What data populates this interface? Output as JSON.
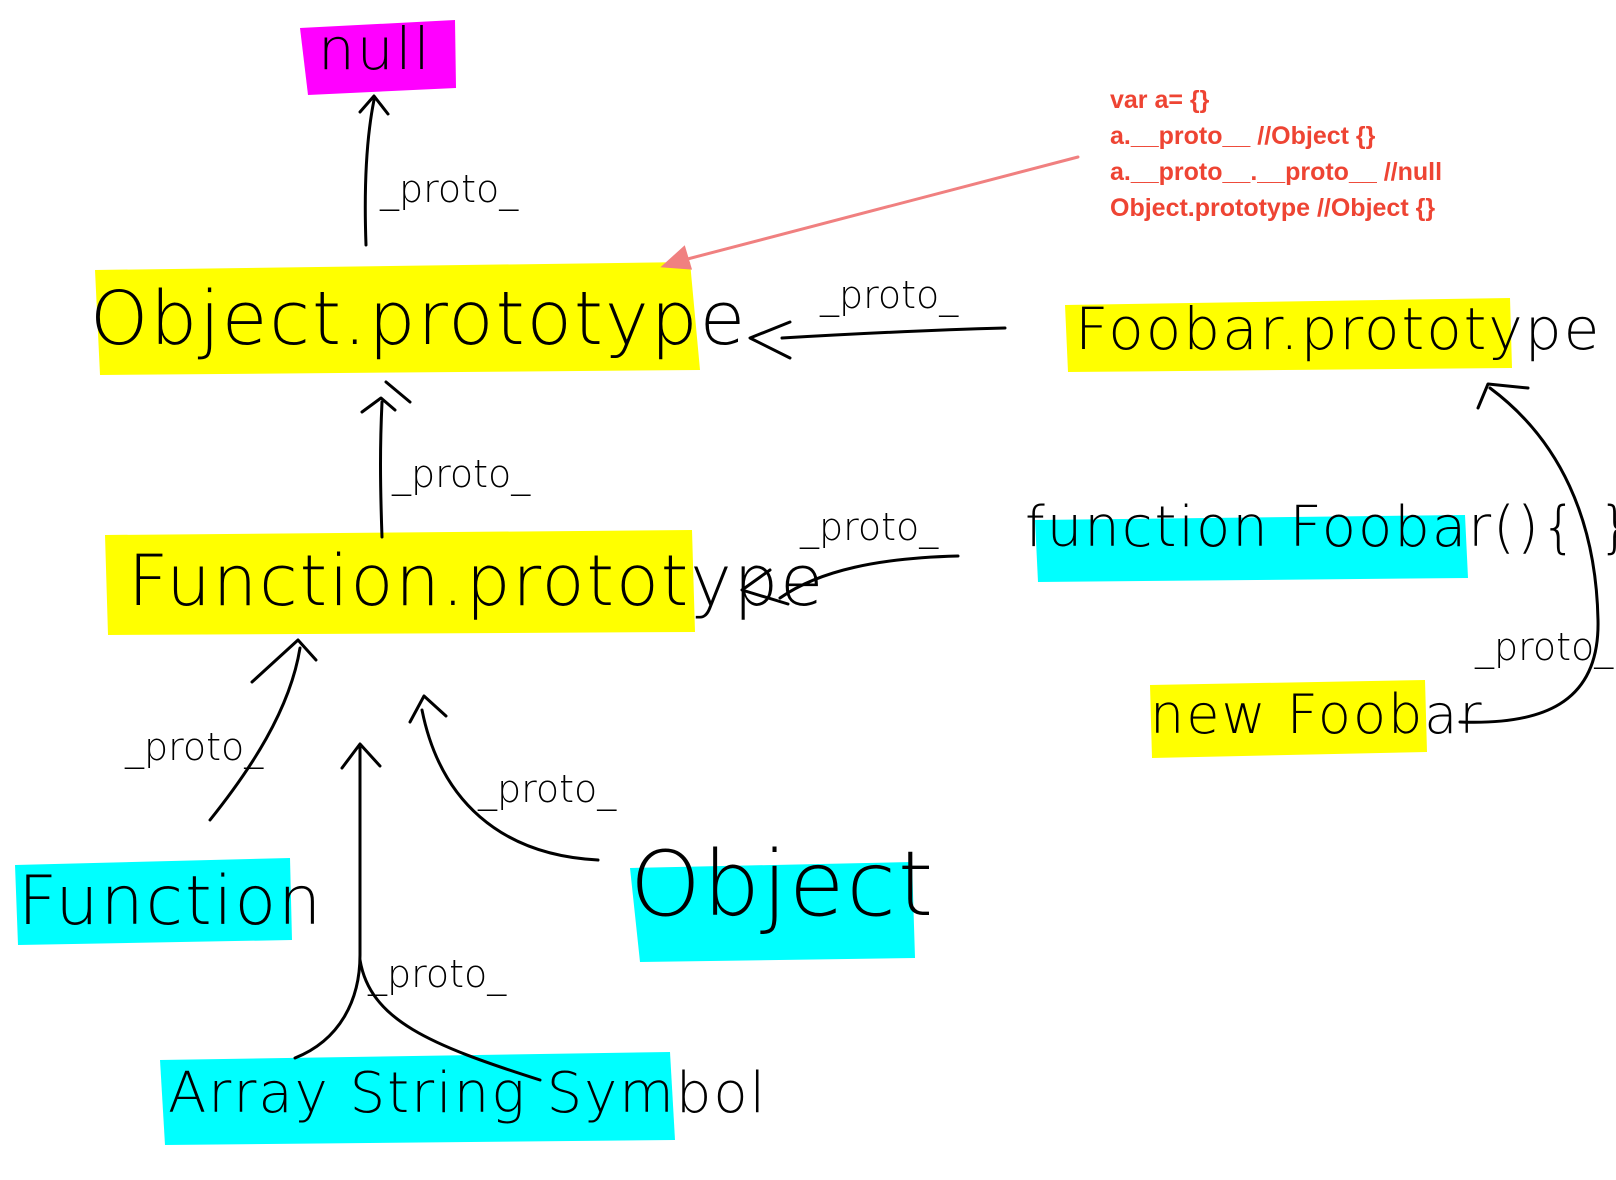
{
  "colors": {
    "object_highlight": "#ffff00",
    "instance_highlight": "#00ffff",
    "null_highlight": "#ff00ff",
    "annotation_text": "#ee4433",
    "annotation_arrow": "#f08080",
    "ink": "#000000"
  },
  "nodes": {
    "null": "null",
    "object_prototype": "Object.prototype",
    "function_prototype": "Function.prototype",
    "foobar_prototype": "Foobar.prototype",
    "function_foobar": "function Foobar(){ }",
    "new_foobar": "new Foobar",
    "function": "Function",
    "object": "Object",
    "builtins": "Array String Symbol"
  },
  "edges": [
    {
      "from": "object_prototype",
      "to": "null",
      "label": "_proto_"
    },
    {
      "from": "function_prototype",
      "to": "object_prototype",
      "label": "_proto_"
    },
    {
      "from": "foobar_prototype",
      "to": "object_prototype",
      "label": "_proto_"
    },
    {
      "from": "function_foobar",
      "to": "function_prototype",
      "label": "_proto_"
    },
    {
      "from": "new_foobar",
      "to": "foobar_prototype",
      "label": "_proto_"
    },
    {
      "from": "function",
      "to": "function_prototype",
      "label": "_proto_"
    },
    {
      "from": "object",
      "to": "function_prototype",
      "label": "_proto_"
    },
    {
      "from": "builtins",
      "to": "function_prototype",
      "label": "_proto_"
    }
  ],
  "code_note": {
    "lines": [
      "var a= {}",
      "a.__proto__ //Object {}",
      "a.__proto__.__proto__  //null",
      "Object.prototype //Object {}"
    ]
  }
}
